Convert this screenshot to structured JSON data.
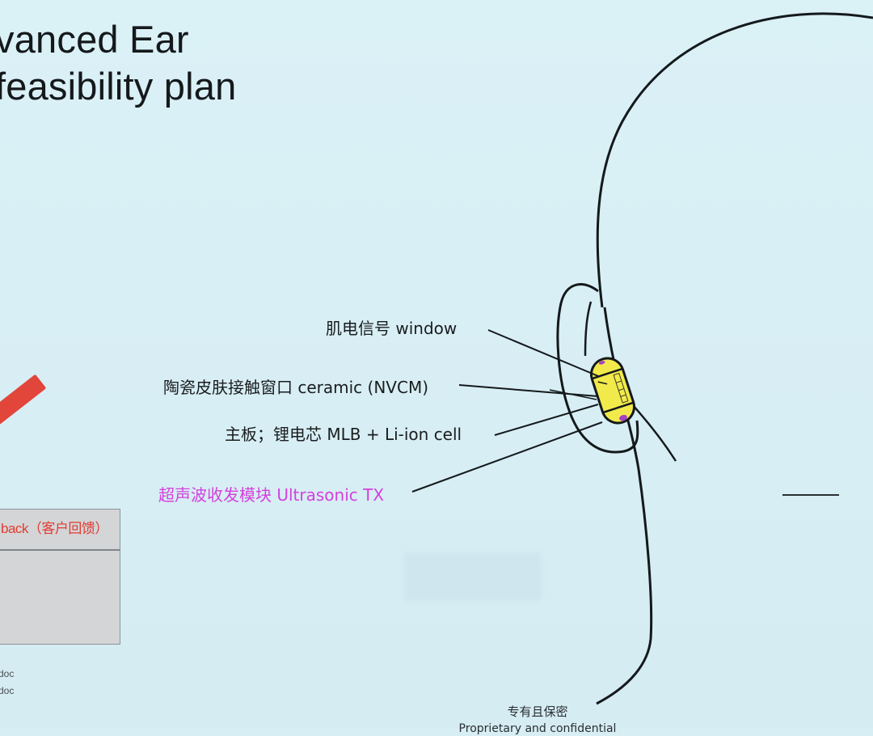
{
  "slide": {
    "background_color": "#d6eef4",
    "title": {
      "line1": "vanced Ear",
      "line2": " feasibility plan"
    },
    "labels": [
      {
        "text": "肌电信号 window",
        "color": "#1a1d1f"
      },
      {
        "text": "陶瓷皮肤接触窗口 ceramic (NVCM)",
        "color": "#1a1d1f"
      },
      {
        "text": "主板；锂电芯 MLB + Li-ion cell",
        "color": "#1a1d1f"
      },
      {
        "text": "超声波收发模块 Ultrasonic TX",
        "color": "#d441de"
      }
    ],
    "feedback_box": {
      "header": "back（客户回馈）",
      "header_color": "#e23b30"
    },
    "doc_lines": [
      "doc",
      "doc"
    ],
    "footer": {
      "cn": "专有且保密",
      "en": "Proprietary and confidential"
    },
    "device": {
      "fill_color": "#f2ea4a",
      "accent_color": "#a63fc8"
    },
    "red_marker_color": "#e2453a"
  }
}
